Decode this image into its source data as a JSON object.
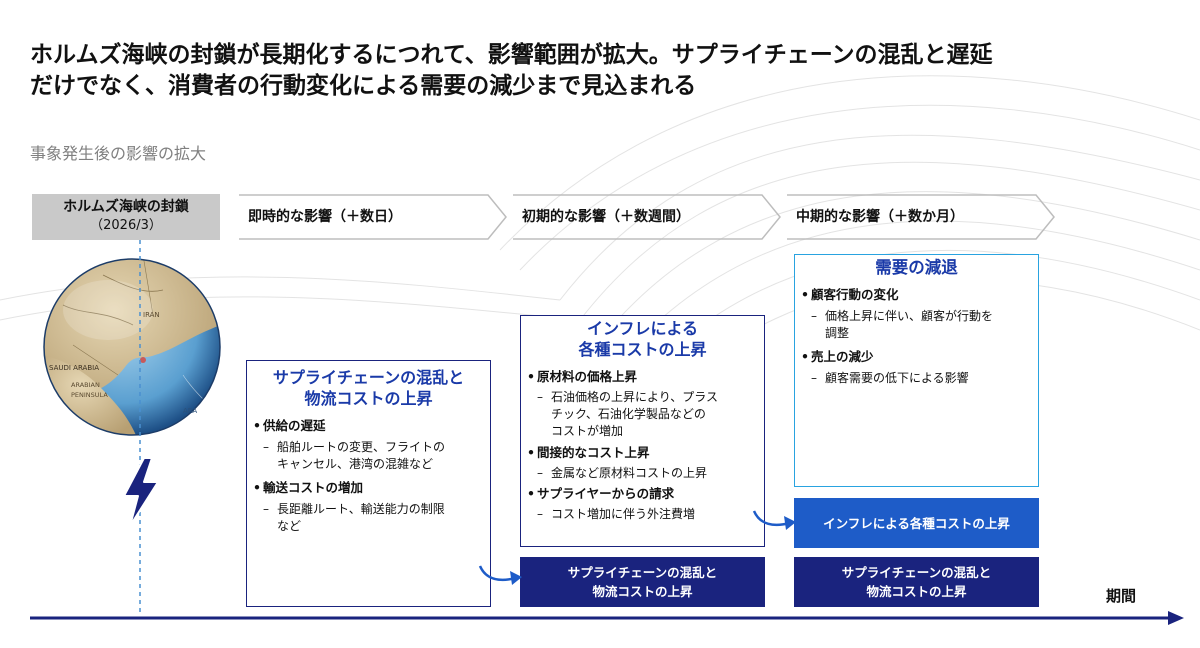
{
  "title": {
    "line1": "ホルムズ海峡の封鎖が長期化するにつれて、影響範囲が拡大。サプライチェーンの混乱と遅延",
    "line2": "だけでなく、消費者の行動変化による需要の減少まで見込まれる"
  },
  "subtitle": "事象発生後の影響の拡大",
  "event": {
    "label": "ホルムズ海峡の封鎖",
    "date": "（2026/3）"
  },
  "map_labels": {
    "saudi": "SAUDI ARABIA",
    "arabian": "ARABIAN",
    "peninsula": "PENINSULA",
    "iran": "IRAN",
    "arab": "ARA"
  },
  "phases": [
    {
      "label": "即時的な影響（＋数日）"
    },
    {
      "label": "初期的な影響（＋数週間）"
    },
    {
      "label": "中期的な影響（＋数か月）"
    }
  ],
  "cards": {
    "supply": {
      "title1": "サプライチェーンの混乱と",
      "title2": "物流コストの上昇",
      "sections": [
        {
          "head": "供給の遅延",
          "items": [
            "船舶ルートの変更、フライトの",
            "キャンセル、港湾の混雑など"
          ]
        },
        {
          "head": "輸送コストの増加",
          "items": [
            "長距離ルート、輸送能力の制限",
            "など"
          ]
        }
      ]
    },
    "inflation": {
      "title1": "インフレによる",
      "title2": "各種コストの上昇",
      "sections": [
        {
          "head": "原材料の価格上昇",
          "items": [
            "石油価格の上昇により、プラス",
            "チック、石油化学製品などの",
            "コストが増加"
          ]
        },
        {
          "head": "間接的なコスト上昇",
          "items": [
            "金属など原材料コストの上昇"
          ]
        },
        {
          "head": "サプライヤーからの請求",
          "items": [
            "コスト増加に伴う外注費増"
          ]
        }
      ]
    },
    "demand": {
      "title": "需要の減退",
      "sections": [
        {
          "head": "顧客行動の変化",
          "items": [
            "価格上昇に伴い、顧客が行動を",
            "調整"
          ]
        },
        {
          "head": "売上の減少",
          "items": [
            "顧客需要の低下による影響"
          ]
        }
      ]
    }
  },
  "solid_boxes": {
    "supply_mid": {
      "line1": "サプライチェーンの混乱と",
      "line2": "物流コストの上昇"
    },
    "supply_right": {
      "line1": "サプライチェーンの混乱と",
      "line2": "物流コストの上昇"
    },
    "inflation_right": {
      "label": "インフレによる各種コストの上昇"
    }
  },
  "axis_label": "期間",
  "colors": {
    "navy": "#1a237e",
    "blue_mid": "#1e5cc8",
    "light_blue": "#29a3e0",
    "title_blue": "#1a3aa8",
    "grey_box": "#c9c9c9"
  }
}
